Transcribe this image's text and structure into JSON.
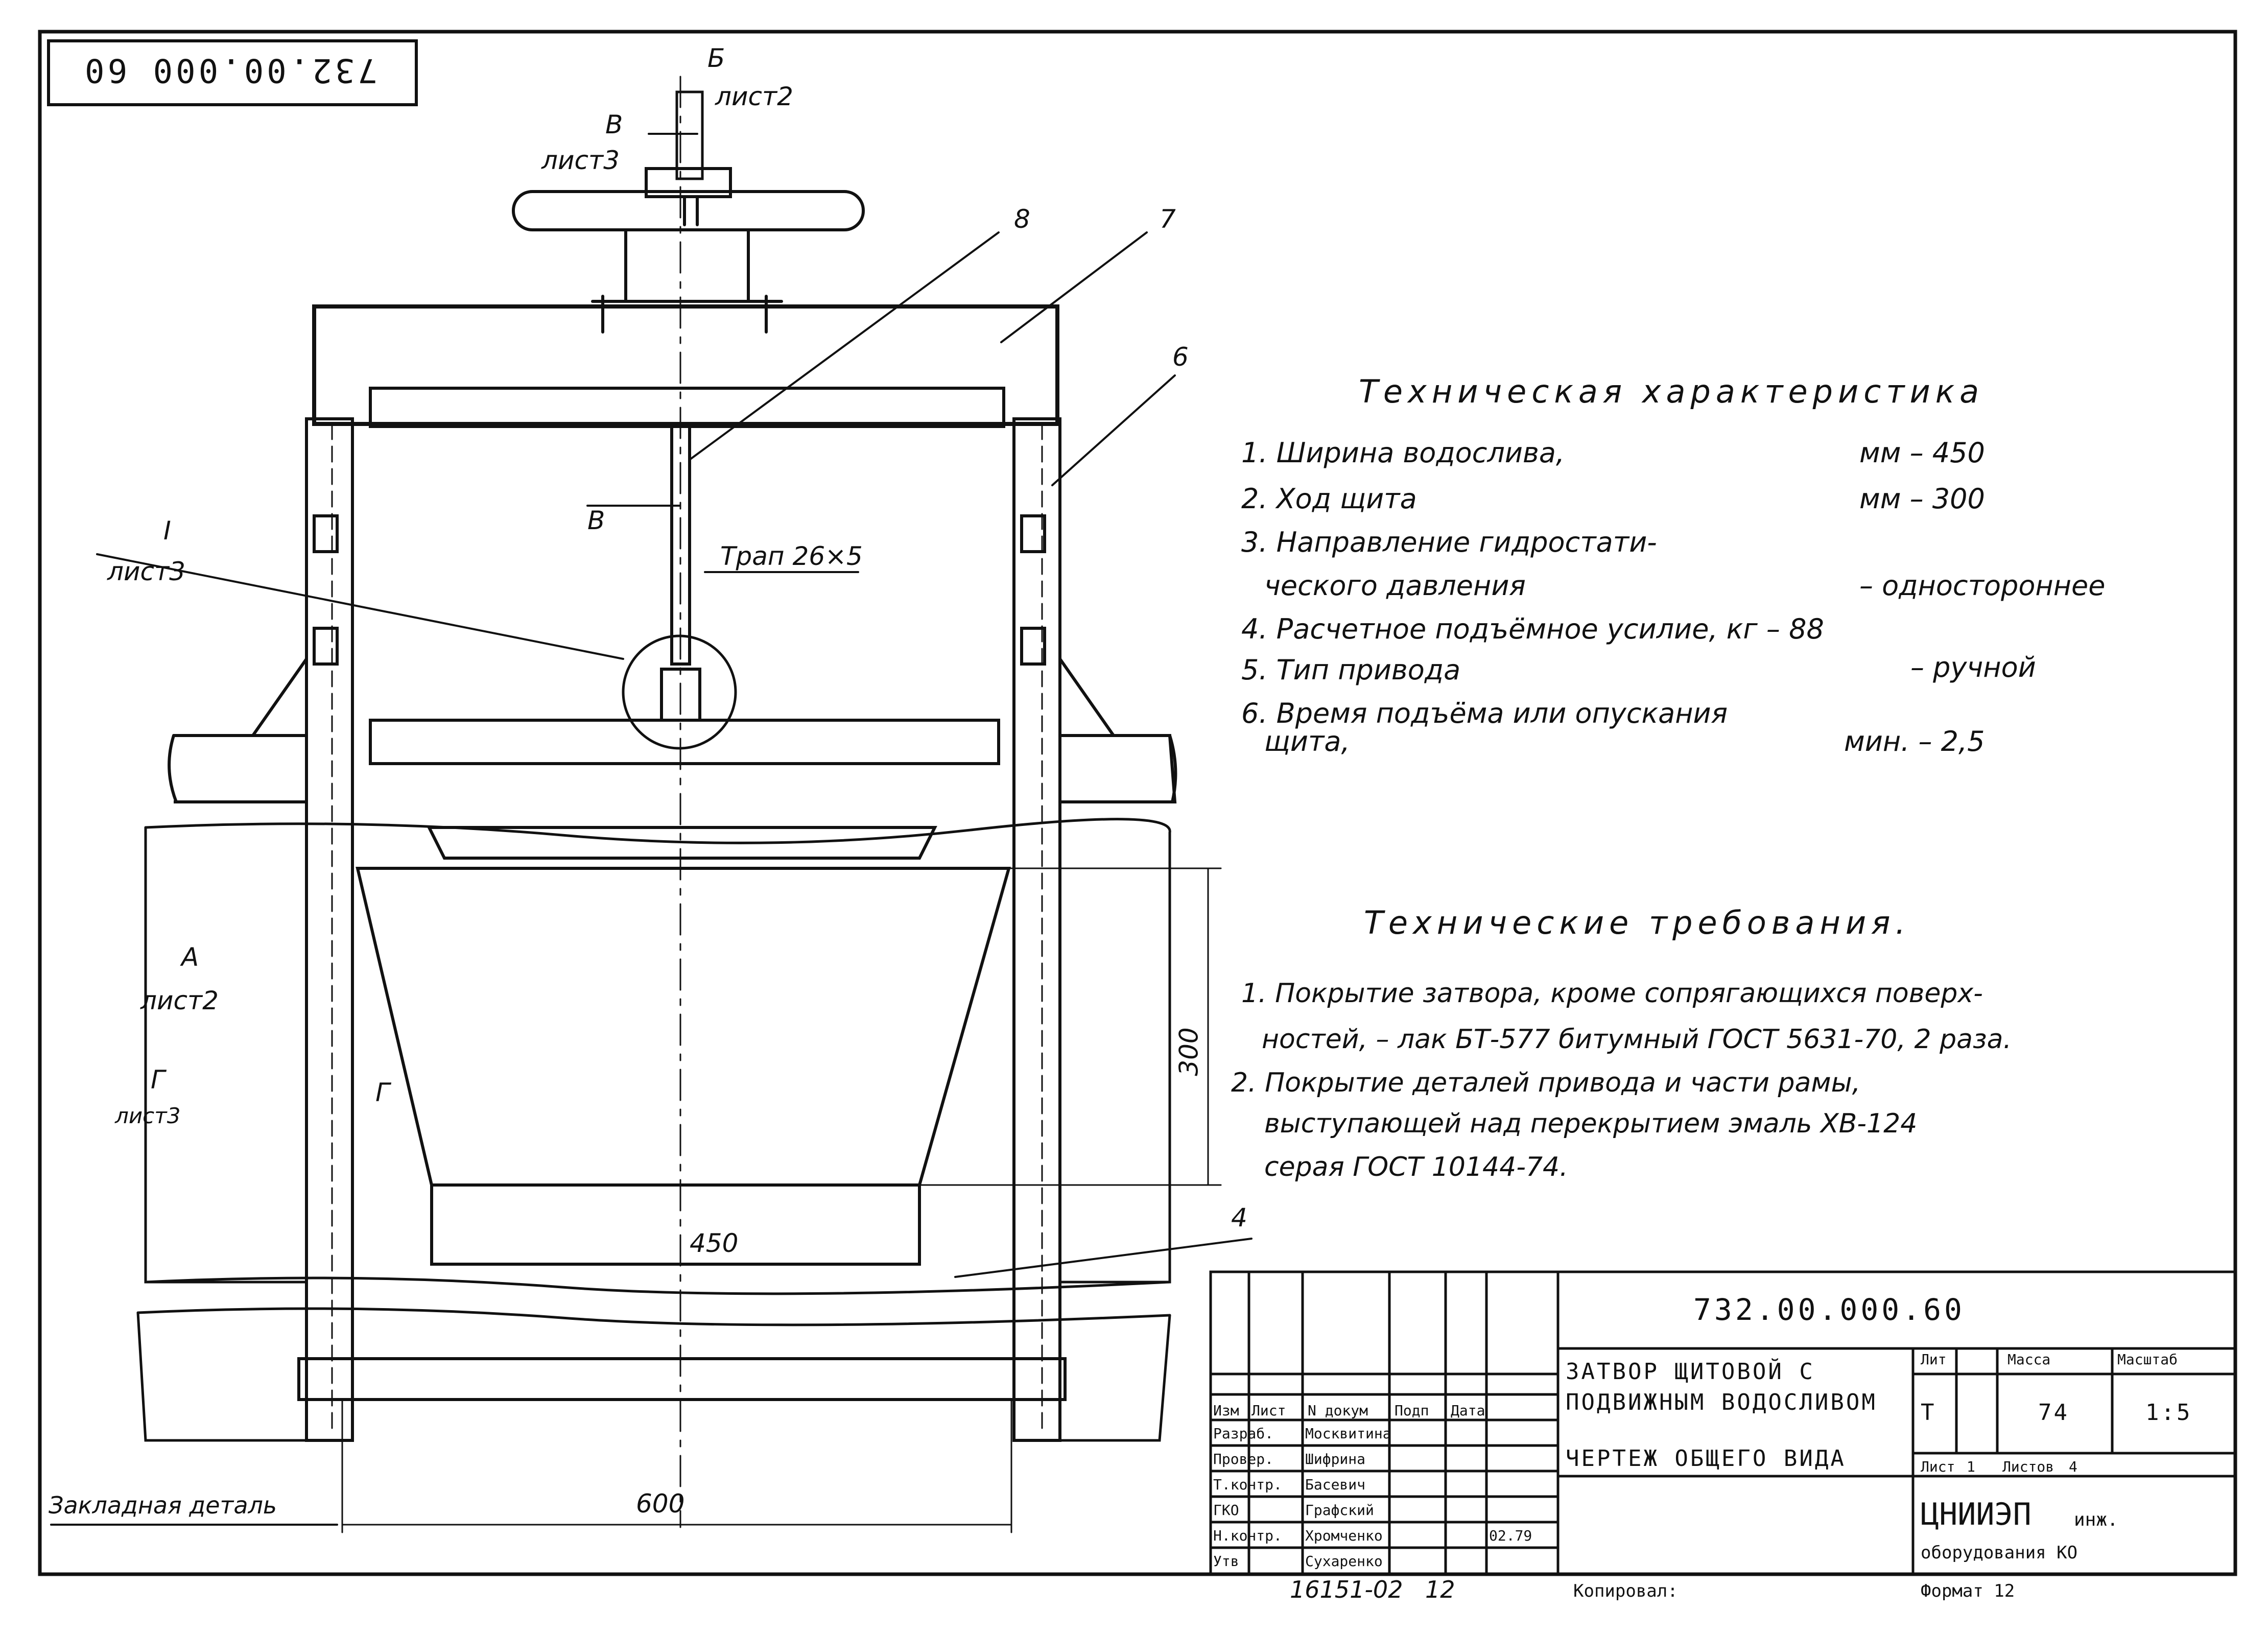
{
  "corner_code": "732.00.000 60",
  "callouts": {
    "b": "Б",
    "sheet2_top": "лист2",
    "v": "В",
    "sheet3_top": "лист3",
    "n8": "8",
    "n7": "7",
    "n6": "6",
    "i": "I",
    "sheet3_left": "лист3",
    "v2": "В",
    "trap": "Трап 26×5",
    "a": "А",
    "sheet2_left": "лист2",
    "g": "Г",
    "sheet3_g": "лист3",
    "g2": "Г",
    "dim300": "300",
    "dim450": "450",
    "dim600": "600",
    "n4": "4",
    "embed": "Закладная деталь"
  },
  "tech": {
    "title": "Техническая   характеристика",
    "items": [
      {
        "label": "1. Ширина водослива,",
        "value": "мм – 450"
      },
      {
        "label": "2. Ход щита",
        "value": "мм – 300"
      },
      {
        "label": "3. Направление гидростати-",
        "value": ""
      },
      {
        "label": "ческого давления",
        "value": "– одностороннее"
      },
      {
        "label": "4. Расчетное подъёмное усилие, кг – 88",
        "value": ""
      },
      {
        "label": "5. Тип привода",
        "value": "– ручной"
      },
      {
        "label": "6. Время подъёма или опускания",
        "value": ""
      },
      {
        "label": "щита,",
        "value": "мин. – 2,5"
      }
    ]
  },
  "req": {
    "title": "Технические   требования.",
    "lines": [
      "1. Покрытие затвора, кроме сопрягающихся поверх-",
      "ностей, – лак БТ-577 битумный ГОСТ 5631-70, 2 раза.",
      "2. Покрытие деталей привода и части рамы,",
      "выступающей над перекрытием эмаль ХВ-124",
      "серая ГОСТ 10144-74."
    ]
  },
  "titleblock": {
    "code": "732.00.000.60",
    "name_lines": [
      "ЗАТВОР ЩИТОВОЙ С",
      "ПОДВИЖНЫМ ВОДОСЛИВОМ",
      "ЧЕРТЕЖ ОБЩЕГО ВИДА"
    ],
    "header": [
      "Изм",
      "Лист",
      "N докум",
      "Подп",
      "Дата"
    ],
    "roles": [
      {
        "role": "Разраб.",
        "name": "Москвитина",
        "date": ""
      },
      {
        "role": "Провер.",
        "name": "Шифрина",
        "date": ""
      },
      {
        "role": "Т.контр.",
        "name": "Басевич",
        "date": ""
      },
      {
        "role": "ГКО",
        "name": "Графский",
        "date": ""
      },
      {
        "role": "Н.контр.",
        "name": "Хромченко",
        "date": "02.79"
      },
      {
        "role": "Утв",
        "name": "Сухаренко",
        "date": ""
      }
    ],
    "lit_label": "Лит",
    "lit_value": "Т",
    "mass_label": "Масса",
    "mass_value": "74",
    "scale_label": "Масштаб",
    "scale_value": "1:5",
    "sheet_label": "Лист",
    "sheet_value": "1",
    "sheets_label": "Листов",
    "sheets_value": "4",
    "org1": "ЦНИИЭП",
    "org2": "инж.",
    "org3": "оборудования КО",
    "bottom_left": "16151-02",
    "bottom_num": "12",
    "copied": "Копировал:",
    "format": "Формат 12"
  }
}
